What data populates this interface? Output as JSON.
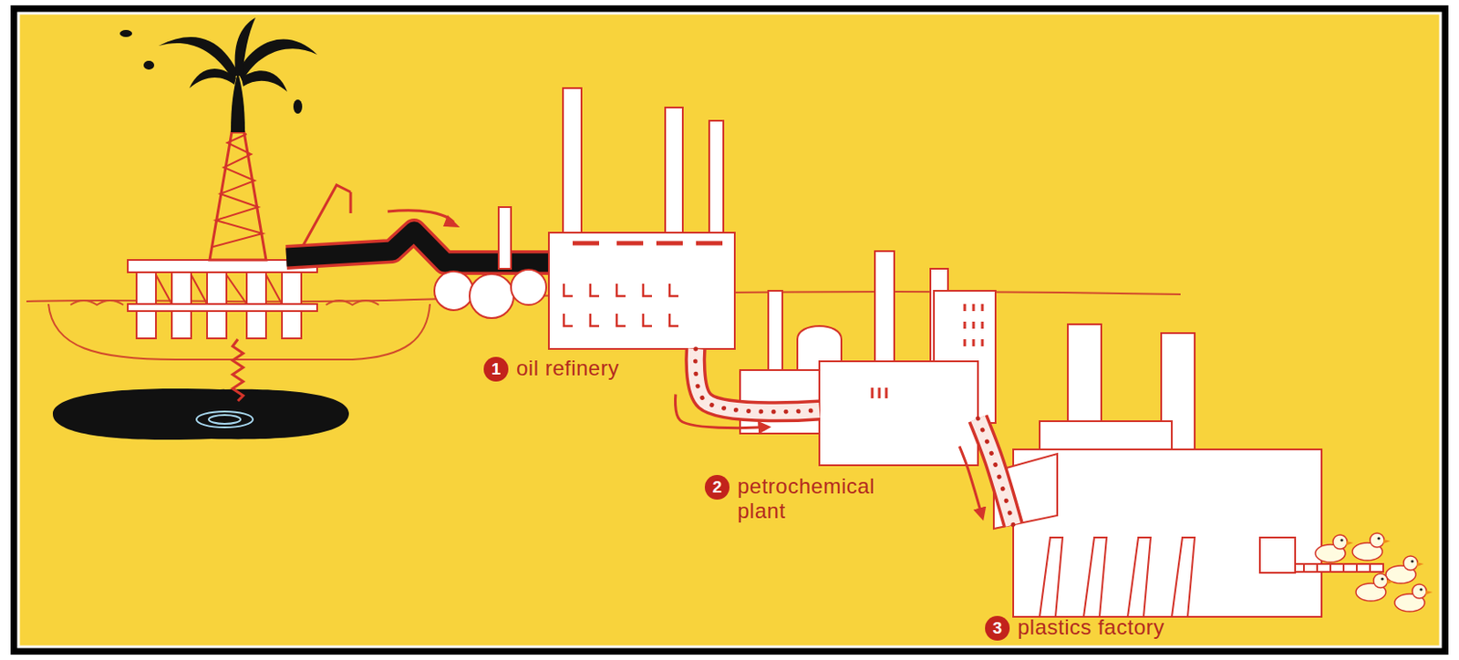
{
  "diagram": {
    "nodes": [
      {
        "text": [
          "1",
          "oil refinery"
        ]
      },
      {
        "text": [
          "2",
          "petrochemical plant"
        ]
      },
      {
        "text": [
          "3",
          "plastics factory"
        ]
      }
    ],
    "edges": [
      {
        "from": 0,
        "to": 1,
        "arrow": "to"
      },
      {
        "from": 1,
        "to": 2,
        "arrow": "to"
      }
    ]
  }
}
